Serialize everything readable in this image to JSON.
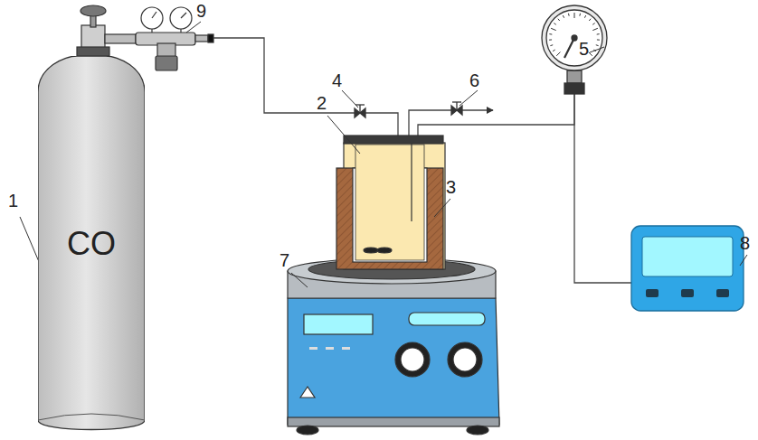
{
  "diagram": {
    "nodes": [
      {
        "text": [
          "CO"
        ]
      }
    ],
    "labels": [
      "9",
      "4",
      "6",
      "5",
      "2",
      "3",
      "1",
      "8",
      "7"
    ]
  }
}
